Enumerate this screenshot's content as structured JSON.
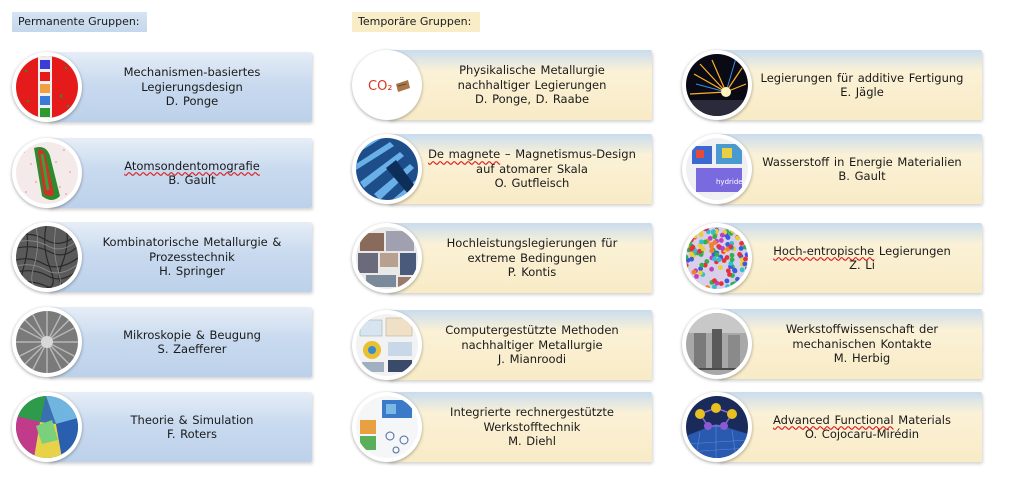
{
  "headers": {
    "permanent": "Permanente Gruppen:",
    "temporary": "Temporäre Gruppen:"
  },
  "permanent": [
    {
      "title": "Mechanismen-basiertes\nLegierungsdesign",
      "person": "D. Ponge",
      "icon": "alloy-map-icon"
    },
    {
      "title": "Atomsondentomografie",
      "person": "B. Gault",
      "icon": "atom-probe-icon"
    },
    {
      "title": "Kombinatorische Metallurgie &\nProzesstechnik",
      "person": "H. Springer",
      "icon": "microstructure-icon"
    },
    {
      "title": "Mikroskopie & Beugung",
      "person": "S. Zaefferer",
      "icon": "diffraction-pattern-icon"
    },
    {
      "title": "Theorie & Simulation",
      "person": "F. Roters",
      "icon": "simulation-icon"
    }
  ],
  "temporary_left": [
    {
      "title": "Physikalische Metallurgie\nnachhaltiger Legierungen",
      "person": "D. Ponge, D. Raabe",
      "icon": "co2-icon",
      "icon_text": "CO₂"
    },
    {
      "title_prefix": "De magnete",
      "title_rest": " – Magnetismus-Design\nauf atomarer Skala",
      "person": "O. Gutfleisch",
      "icon": "magnetic-domains-icon"
    },
    {
      "title": "Hochleistungslegierungen für\nextreme Bedingungen",
      "person": "P. Kontis",
      "icon": "collage-icon"
    },
    {
      "title": "Computergestützte Methoden\nnachhaltiger Metallurgie",
      "person": "J. Mianroodi",
      "icon": "computation-icon"
    },
    {
      "title": "Integrierte rechnergestützte\nWerkstofftechnik",
      "person": "M. Diehl",
      "icon": "integrated-modeling-icon"
    }
  ],
  "temporary_right": [
    {
      "title": "Legierungen für additive Fertigung",
      "person": "E. Jägle",
      "icon": "laser-sparks-icon"
    },
    {
      "title": "Wasserstoff in Energie Materialien",
      "person": "B. Gault",
      "icon": "hydrogen-icon",
      "icon_text": "hydride"
    },
    {
      "title_prefix": "Hoch-entropische",
      "title_rest": " Legierungen",
      "person": "Z. Li",
      "icon": "high-entropy-icon"
    },
    {
      "title": "Werkstoffwissenschaft der\nmechanischen Kontakte",
      "person": "M. Herbig",
      "icon": "contact-mechanics-icon"
    },
    {
      "title_prefix": "Advanced Functional",
      "title_rest": " Materials",
      "person": "O. Cojocaru-Mirédin",
      "icon": "crystal-lattice-icon"
    }
  ]
}
